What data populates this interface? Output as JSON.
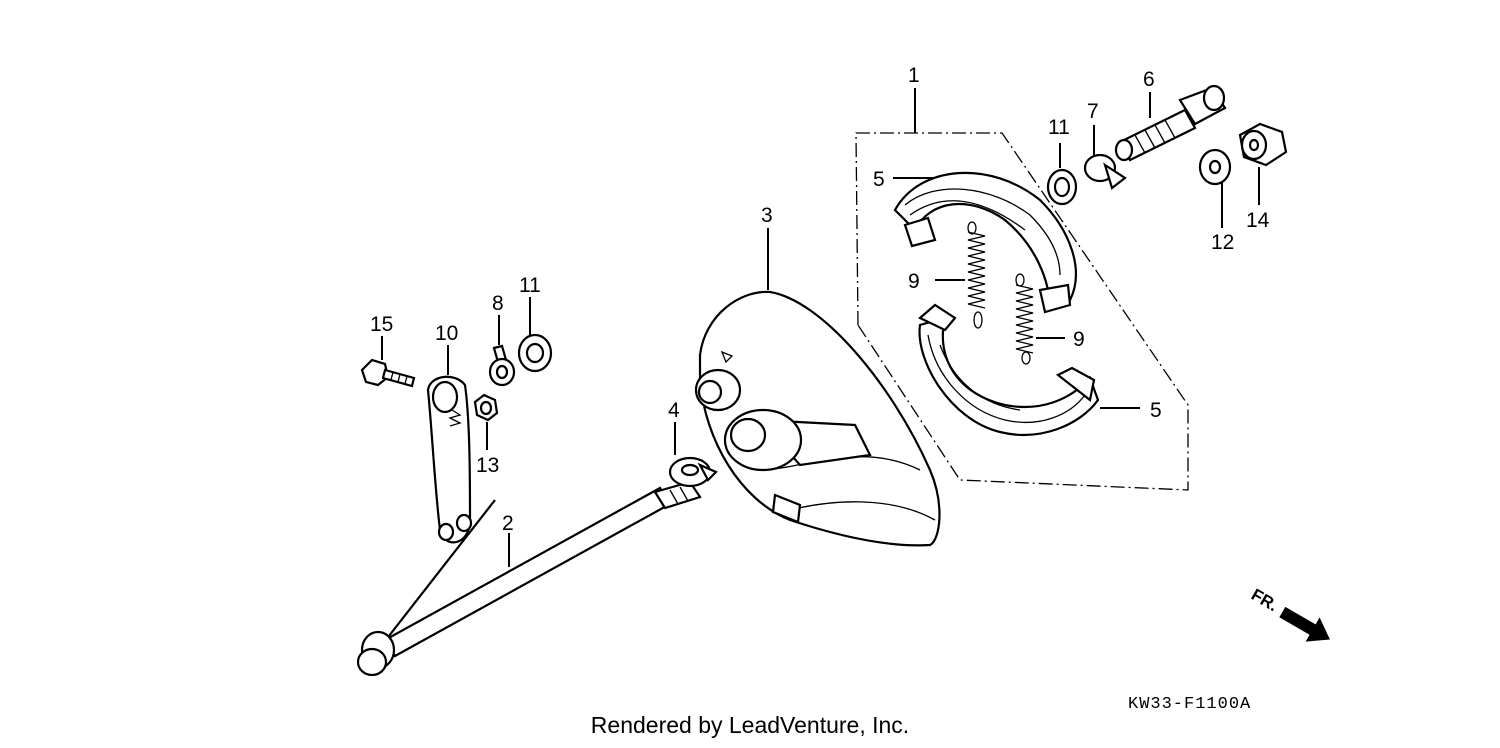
{
  "callouts": {
    "c1": "1",
    "c2": "2",
    "c3": "3",
    "c4": "4",
    "c5a": "5",
    "c5b": "5",
    "c6": "6",
    "c7": "7",
    "c8": "8",
    "c9a": "9",
    "c9b": "9",
    "c10": "10",
    "c11a": "11",
    "c11b": "11",
    "c12": "12",
    "c13": "13",
    "c14": "14",
    "c15": "15"
  },
  "direction_label": "FR.",
  "diagram_code": "KW33-F1100A",
  "footer": "Rendered by LeadVenture, Inc."
}
